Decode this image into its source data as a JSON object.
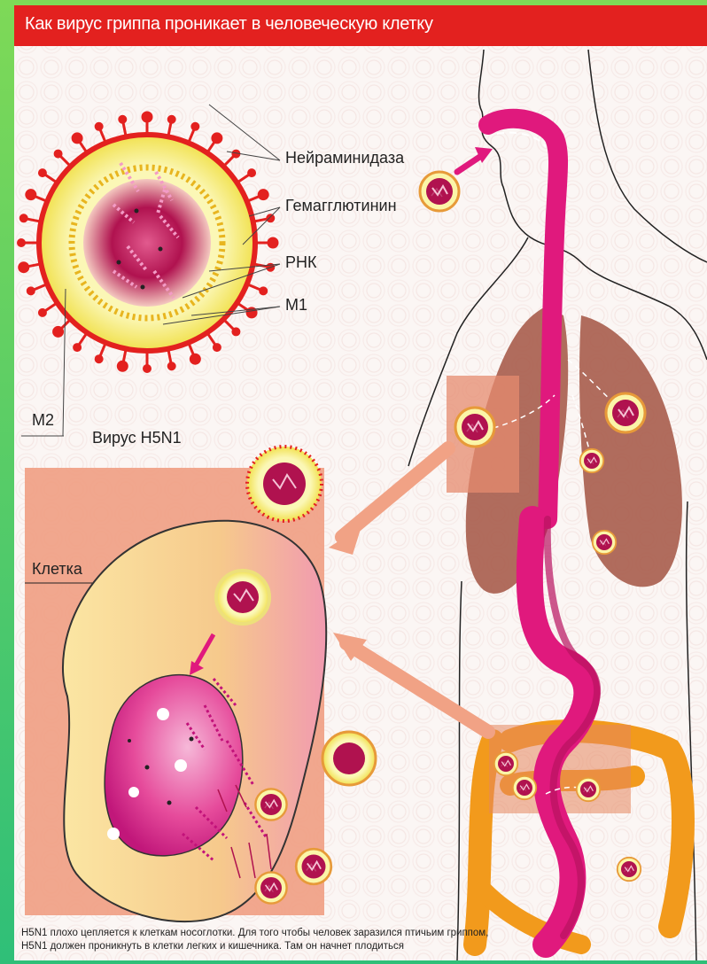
{
  "title": "Как вирус гриппа проникает в человеческую клетку",
  "labels": {
    "neuraminidase": "Нейраминидаза",
    "hemagglutinin": "Гемагглютинин",
    "rna": "РНК",
    "m1": "М1",
    "m2": "М2",
    "virus_name": "Вирус H5N1",
    "cell": "Клетка"
  },
  "caption": {
    "line1": "H5N1 плохо цепляется к клеткам носоглотки. Для того чтобы человек заразился птичьим гриппом,",
    "line2": "H5N1 должен проникнуть в клетки легких и кишечника. Там он начнет плодиться"
  },
  "colors": {
    "title_bg": "#e3211f",
    "virus_spike": "#e3211f",
    "virus_halo": "#f7f38a",
    "virus_core": "#b0124f",
    "airway": "#e0197d",
    "lungs": "#a9604f",
    "intestine": "#f29a1c",
    "cell_panel": "#f0a084"
  },
  "icons": [
    "virus-icon",
    "arrow-icon"
  ]
}
